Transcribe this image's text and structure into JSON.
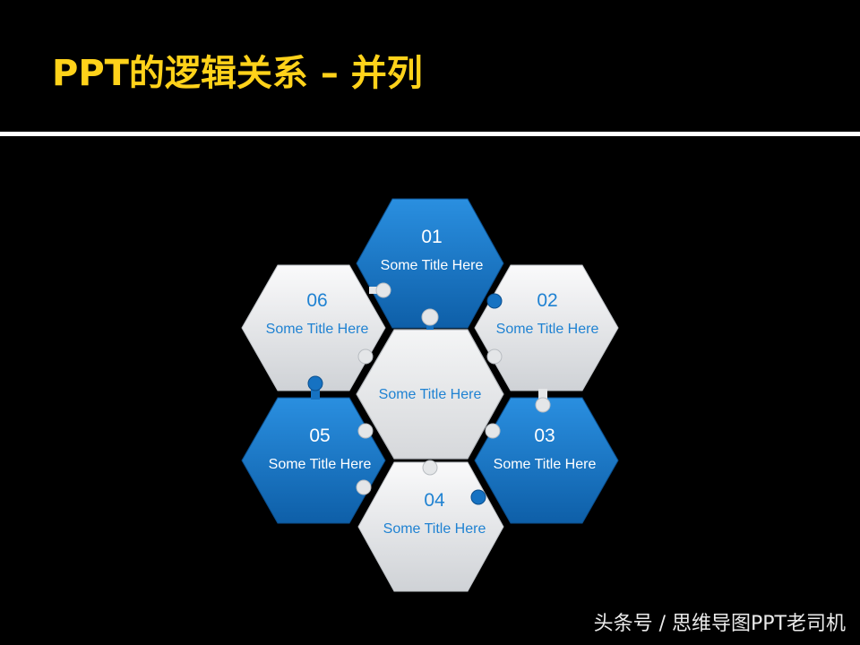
{
  "slide": {
    "title": "PPT的逻辑关系 – 并列",
    "watermark": "头条号 / 思维导图PPT老司机"
  },
  "diagram": {
    "center": {
      "caption": "Some Title Here"
    },
    "items": [
      {
        "number": "01",
        "caption": "Some Title Here",
        "style": "blue"
      },
      {
        "number": "02",
        "caption": "Some Title Here",
        "style": "white"
      },
      {
        "number": "03",
        "caption": "Some Title Here",
        "style": "blue"
      },
      {
        "number": "04",
        "caption": "Some Title Here",
        "style": "white"
      },
      {
        "number": "05",
        "caption": "Some Title Here",
        "style": "blue"
      },
      {
        "number": "06",
        "caption": "Some Title Here",
        "style": "white"
      }
    ]
  },
  "colors": {
    "background": "#000000",
    "title": "#FFD21A",
    "blue_fill": "#1677C9",
    "blue_text": "#ffffff",
    "white_fill": "#E9EAEC",
    "white_text": "#1F82D2",
    "center_text": "#1F82D2",
    "rule": "#ffffff"
  }
}
